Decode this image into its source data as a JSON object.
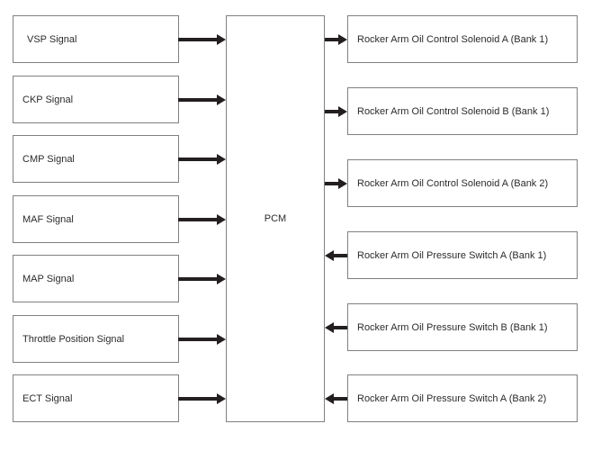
{
  "diagram": {
    "pcm": {
      "label": "PCM"
    },
    "inputs": [
      {
        "label": "VSP Signal"
      },
      {
        "label": "CKP Signal"
      },
      {
        "label": "CMP Signal"
      },
      {
        "label": "MAF Signal"
      },
      {
        "label": "MAP Signal"
      },
      {
        "label": "Throttle Position Signal"
      },
      {
        "label": "ECT Signal"
      }
    ],
    "devices": [
      {
        "label": "Rocker Arm Oil Control Solenoid A (Bank 1)",
        "direction": "pcm-to-device"
      },
      {
        "label": "Rocker Arm Oil Control Solenoid B (Bank 1)",
        "direction": "pcm-to-device"
      },
      {
        "label": "Rocker Arm Oil Control Solenoid A (Bank 2)",
        "direction": "pcm-to-device"
      },
      {
        "label": "Rocker Arm Oil Pressure Switch A (Bank 1)",
        "direction": "device-to-pcm"
      },
      {
        "label": "Rocker Arm Oil Pressure Switch B (Bank 1)",
        "direction": "device-to-pcm"
      },
      {
        "label": "Rocker Arm Oil Pressure Switch A (Bank 2)",
        "direction": "device-to-pcm"
      }
    ],
    "colors": {
      "box_border": "#808080",
      "arrow": "#231f20",
      "text": "#2b2b2b",
      "background": "#ffffff"
    }
  }
}
